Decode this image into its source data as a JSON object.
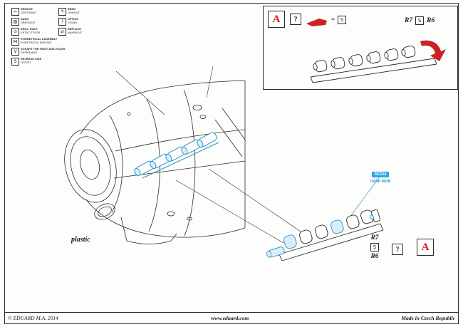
{
  "colors": {
    "red": "#cc2127",
    "blue": "#2a93c9",
    "chip_blue": "#29abe2"
  },
  "legend": {
    "items": [
      {
        "icon": "knife-icon",
        "glyph": "✂",
        "en": "REMOVE",
        "cz": "ODSTRANIT"
      },
      {
        "icon": "bend-icon",
        "glyph": "↰",
        "en": "BEND",
        "cz": "OHNOUT"
      },
      {
        "icon": "sand-icon",
        "glyph": "▧",
        "en": "SAND",
        "cz": "OBROUSIT"
      },
      {
        "icon": "option-icon",
        "glyph": "?",
        "en": "OPTION",
        "cz": "VOLBA"
      },
      {
        "icon": "drill-icon",
        "glyph": "⊙",
        "en": "DRILL HOLE",
        "cz": "VRTAT OTVOR"
      },
      {
        "icon": "replace-icon",
        "glyph": "⇄",
        "en": "REPLACE",
        "cz": "NAHRADIT"
      },
      {
        "icon": "symmetry-icon",
        "glyph": "⋈",
        "en": "SYMMETRICAL ASSEMBLY",
        "cz": "SYMETRICKÁ MONTÁŽ"
      },
      {
        "icon": "scrape-icon",
        "glyph": "V",
        "en": "SCRAPE THE PAINT AND HOLES",
        "cz": "SEŠKRÁBAT"
      },
      {
        "icon": "reverse-icon",
        "glyph": "S",
        "en": "REVERSE SIDE",
        "cz": "OTOČIT"
      }
    ]
  },
  "detail_box": {
    "step": "A",
    "option": "?",
    "equals": "=",
    "note_glyph": "S",
    "r7": "R7",
    "r6": "R6"
  },
  "main": {
    "plastic_label": "plastic"
  },
  "callout": {
    "code": "MC214",
    "name": "DARK IRON"
  },
  "assembly": {
    "r7": "R7",
    "r6": "R6",
    "option": "?",
    "step": "A",
    "note_glyph": "S"
  },
  "footer": {
    "copyright": "© EDUARD  M.A.  2014",
    "website": "www.eduard.com",
    "made_in": "Made in Czech Republic"
  }
}
